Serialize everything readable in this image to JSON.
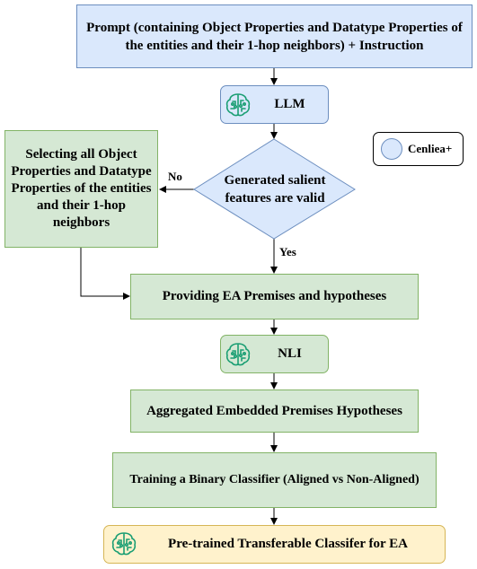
{
  "nodes": {
    "prompt": "Prompt (containing Object Properties and Datatype Properties of the entities and their 1-hop neighbors) + Instruction",
    "llm": "LLM",
    "decision": "Generated salient features are valid",
    "selecting": "Selecting all Object Properties and Datatype Properties of the entities and their 1-hop neighbors",
    "providing": "Providing EA Premises and hypotheses",
    "nli": "NLI",
    "aggregated": "Aggregated Embedded Premises Hypotheses",
    "training": "Training a Binary Classifier (Aligned vs Non-Aligned)",
    "pretrained": "Pre-trained Transferable Classifer for EA"
  },
  "edge_labels": {
    "no": "No",
    "yes": "Yes"
  },
  "legend": {
    "label": "Cenliea+"
  },
  "colors": {
    "blue_fill": "#dae8fc",
    "blue_stroke": "#6c8ebf",
    "green_fill": "#d5e8d4",
    "green_stroke": "#82b366",
    "yellow_fill": "#fff2cc",
    "yellow_stroke": "#d6b656",
    "icon_green": "#1a9e73"
  },
  "icons": {
    "model": "brain-circuit-icon"
  }
}
